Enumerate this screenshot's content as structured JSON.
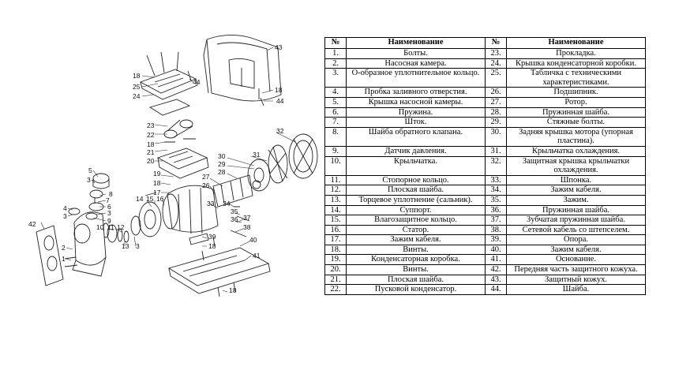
{
  "table": {
    "header": {
      "num_left": "№",
      "name_left": "Наименование",
      "num_right": "№",
      "name_right": "Наименование"
    },
    "rows": [
      {
        "n1": "1.",
        "t1": "Болты.",
        "n2": "23.",
        "t2": "Прокладка."
      },
      {
        "n1": "2.",
        "t1": "Насосная камера.",
        "n2": "24.",
        "t2": "Крышка конденсаторной коробки."
      },
      {
        "n1": "3.",
        "t1": "О-образное уплотнительное кольцо.",
        "n2": "25.",
        "t2": "Табличка с техническими характеристиками."
      },
      {
        "n1": "4.",
        "t1": "Пробка заливного отверстия.",
        "n2": "26.",
        "t2": "Подшипник."
      },
      {
        "n1": "5.",
        "t1": "Крышка насосной камеры.",
        "n2": "27.",
        "t2": "Ротор."
      },
      {
        "n1": "6.",
        "t1": "Пружина.",
        "n2": "28.",
        "t2": "Пружинная шайба."
      },
      {
        "n1": "7.",
        "t1": "Шток.",
        "n2": "29.",
        "t2": "Стяжные болты."
      },
      {
        "n1": "8.",
        "t1": "Шайба обратного клапана.",
        "n2": "30.",
        "t2": "Задняя крышка мотора (упорная пластина)."
      },
      {
        "n1": "9.",
        "t1": "Датчик давления.",
        "n2": "31.",
        "t2": "Крыльчатка охлаждения."
      },
      {
        "n1": "10.",
        "t1": "Крыльчатка.",
        "n2": "32.",
        "t2": "Защитная крышка крыльчатки охлаждения."
      },
      {
        "n1": "11.",
        "t1": "Стопорное кольцо.",
        "n2": "33.",
        "t2": "Шпонка."
      },
      {
        "n1": "12.",
        "t1": "Плоская шайба.",
        "n2": "34.",
        "t2": "Зажим кабеля."
      },
      {
        "n1": "13.",
        "t1": "Торцевое уплотнение (сальник).",
        "n2": "35.",
        "t2": "Зажим."
      },
      {
        "n1": "14.",
        "t1": "Суппорт.",
        "n2": "36.",
        "t2": "Пружинная шайба."
      },
      {
        "n1": "15.",
        "t1": "Влагозащитное кольцо.",
        "n2": "37.",
        "t2": "Зубчатая пружинная шайба."
      },
      {
        "n1": "16.",
        "t1": "Статор.",
        "n2": "38.",
        "t2": "Сетевой кабель со штепселем."
      },
      {
        "n1": "17.",
        "t1": "Зажим кабеля.",
        "n2": "39.",
        "t2": "Опора."
      },
      {
        "n1": "18.",
        "t1": "Винты.",
        "n2": "40.",
        "t2": "Зажим кабеля."
      },
      {
        "n1": "19.",
        "t1": "Конденсаторная коробка.",
        "n2": "41.",
        "t2": "Основание."
      },
      {
        "n1": "20.",
        "t1": "Винты.",
        "n2": "42.",
        "t2": "Передняя часть защитного кожуха."
      },
      {
        "n1": "21.",
        "t1": "Плоская шайба.",
        "n2": "43.",
        "t2": "Защитный кожух."
      },
      {
        "n1": "22.",
        "t1": "Пусковой конденсатор.",
        "n2": "44.",
        "t2": "Шайба."
      }
    ]
  },
  "diagram": {
    "callouts": [
      {
        "id": "c43",
        "text": "43"
      },
      {
        "id": "c18a",
        "text": "18"
      },
      {
        "id": "c44a",
        "text": "44"
      },
      {
        "id": "c18b",
        "text": "18"
      },
      {
        "id": "c25",
        "text": "25"
      },
      {
        "id": "c24",
        "text": "24"
      },
      {
        "id": "c44b",
        "text": "44"
      },
      {
        "id": "c23",
        "text": "23"
      },
      {
        "id": "c22",
        "text": "22"
      },
      {
        "id": "c18c",
        "text": "18"
      },
      {
        "id": "c21",
        "text": "21"
      },
      {
        "id": "c20",
        "text": "20"
      },
      {
        "id": "c32",
        "text": "32"
      },
      {
        "id": "c30",
        "text": "30"
      },
      {
        "id": "c29",
        "text": "29"
      },
      {
        "id": "c28",
        "text": "28"
      },
      {
        "id": "c31",
        "text": "31"
      },
      {
        "id": "c27",
        "text": "27"
      },
      {
        "id": "c26",
        "text": "26"
      },
      {
        "id": "c19",
        "text": "19"
      },
      {
        "id": "c18d",
        "text": "18"
      },
      {
        "id": "c17",
        "text": "17"
      },
      {
        "id": "c5",
        "text": "5"
      },
      {
        "id": "c3a",
        "text": "3"
      },
      {
        "id": "c8",
        "text": "8"
      },
      {
        "id": "c7",
        "text": "7"
      },
      {
        "id": "c6",
        "text": "6"
      },
      {
        "id": "c3b",
        "text": "3"
      },
      {
        "id": "c9",
        "text": "9"
      },
      {
        "id": "c4",
        "text": "4"
      },
      {
        "id": "c3c",
        "text": "3"
      },
      {
        "id": "c14",
        "text": "14"
      },
      {
        "id": "c15",
        "text": "15"
      },
      {
        "id": "c16",
        "text": "16"
      },
      {
        "id": "c33",
        "text": "33"
      },
      {
        "id": "c34",
        "text": "34"
      },
      {
        "id": "c35",
        "text": "35"
      },
      {
        "id": "c36",
        "text": "36"
      },
      {
        "id": "c37",
        "text": "37"
      },
      {
        "id": "c38",
        "text": "38"
      },
      {
        "id": "c42",
        "text": "42"
      },
      {
        "id": "c10",
        "text": "10"
      },
      {
        "id": "c11",
        "text": "11"
      },
      {
        "id": "c12",
        "text": "12"
      },
      {
        "id": "c13",
        "text": "13"
      },
      {
        "id": "c3d",
        "text": "3"
      },
      {
        "id": "c2",
        "text": "2"
      },
      {
        "id": "c1",
        "text": "1"
      },
      {
        "id": "c39",
        "text": "39"
      },
      {
        "id": "c18e",
        "text": "18"
      },
      {
        "id": "c40",
        "text": "40"
      },
      {
        "id": "c41",
        "text": "41"
      },
      {
        "id": "c18f",
        "text": "18"
      }
    ]
  }
}
